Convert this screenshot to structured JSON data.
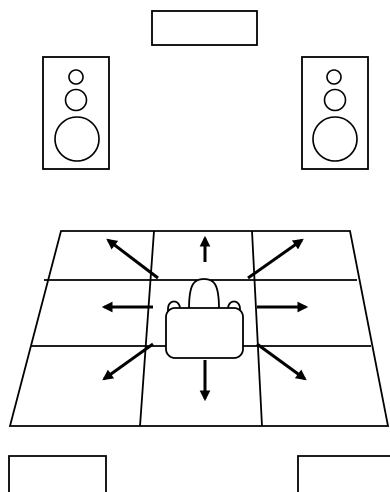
{
  "diagram": {
    "colors": {
      "line": "#000000",
      "background": "#ffffff"
    },
    "components": [
      "center-speaker",
      "front-left-speaker",
      "front-right-speaker",
      "listening-floor-grid",
      "listener-in-armchair",
      "direction-arrows",
      "rear-left-speaker",
      "rear-right-speaker"
    ],
    "grid": {
      "rows": 3,
      "columns": 3,
      "listener_cell": "center"
    },
    "speakers": {
      "front_left_drivers": 3,
      "front_right_drivers": 3
    },
    "arrows": {
      "count": 8,
      "directions": [
        "up",
        "up-left",
        "up-right",
        "left",
        "right",
        "down",
        "down-left",
        "down-right"
      ]
    }
  }
}
